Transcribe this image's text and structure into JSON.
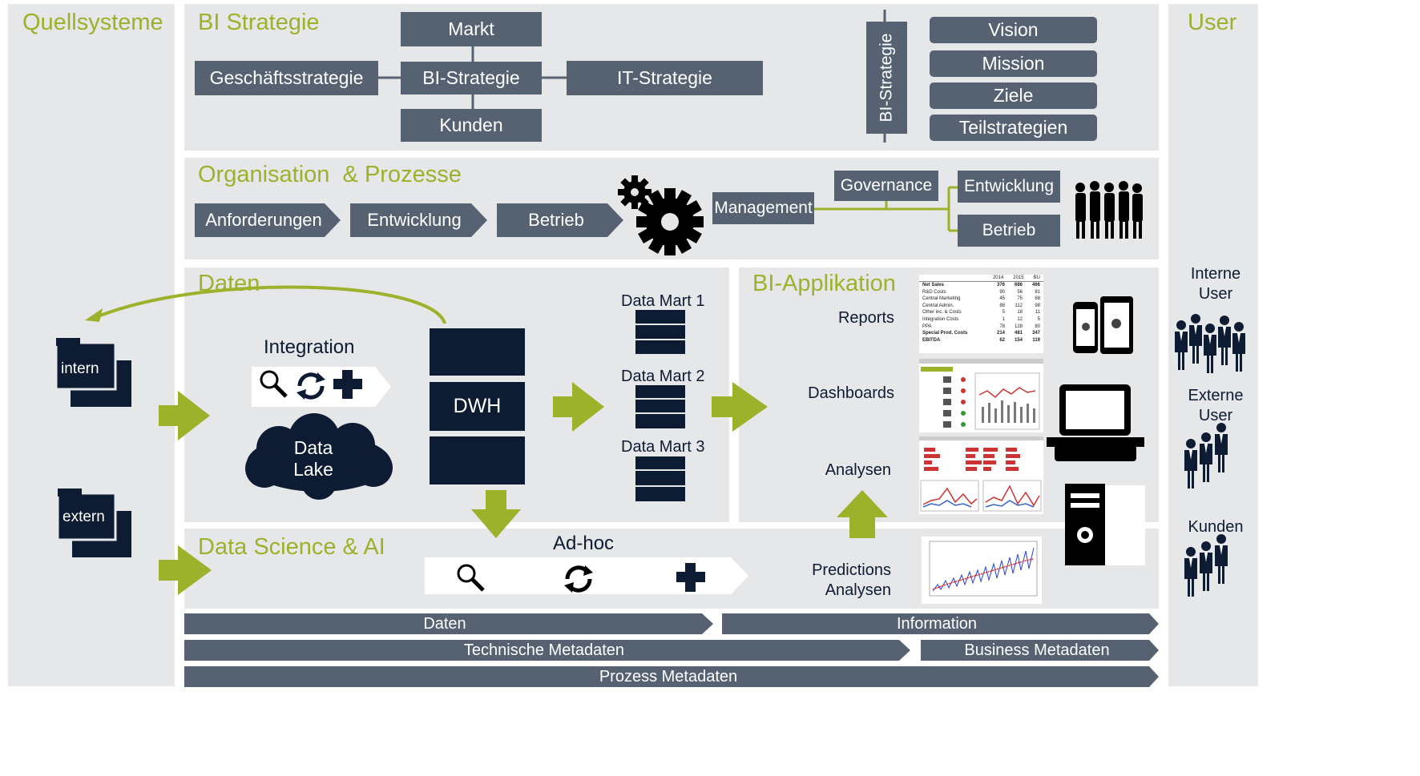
{
  "columns": {
    "left_title": "Quellsysteme",
    "right_title": "User"
  },
  "strategy": {
    "title": "BI Strategie",
    "center": "BI-Strategie",
    "top": "Markt",
    "bottom": "Kunden",
    "left": "Geschäftsstrategie",
    "right": "IT-Strategie",
    "vertical_label": "BI-Strategie",
    "list": [
      "Vision",
      "Mission",
      "Ziele",
      "Teilstrategien"
    ]
  },
  "organisation": {
    "title": "Organisation  & Prozesse",
    "steps": [
      "Anforderungen",
      "Entwicklung",
      "Betrieb"
    ],
    "management": "Management",
    "governance": "Governance",
    "branches": [
      "Entwicklung",
      "Betrieb"
    ]
  },
  "daten": {
    "title": "Daten",
    "integration": "Integration",
    "lake": [
      "Data",
      "Lake"
    ],
    "dwh": "DWH",
    "marts": [
      "Data Mart 1",
      "Data Mart 2",
      "Data Mart 3"
    ],
    "sources": [
      "intern",
      "extern"
    ]
  },
  "bi_app": {
    "title": "BI-Applikation",
    "items": [
      "Reports",
      "Dashboards",
      "Analysen"
    ],
    "predictions": [
      "Predictions",
      "Analysen"
    ]
  },
  "data_science": {
    "title": "Data Science & AI",
    "adhoc": "Ad-hoc"
  },
  "users": {
    "groups": [
      {
        "lines": [
          "Interne",
          "User"
        ]
      },
      {
        "lines": [
          "Externe",
          "User"
        ]
      },
      {
        "lines": [
          "Kunden"
        ]
      }
    ]
  },
  "bands": {
    "row1": [
      "Daten",
      "Information"
    ],
    "row2": [
      "Technische Metadaten",
      "Business Metadaten"
    ],
    "row3": [
      "Prozess Metadaten"
    ]
  },
  "report_table": {
    "years": [
      "2014",
      "2015",
      "BU"
    ],
    "rows": [
      [
        "Net Sales",
        "376",
        "686",
        "466"
      ],
      [
        "R&D Costs",
        "90",
        "56",
        "81"
      ],
      [
        "Central Marketing",
        "45",
        "75",
        "68"
      ],
      [
        "Central Admin.",
        "88",
        "112",
        "98"
      ],
      [
        "Other inc. & Costs",
        "5",
        "18",
        "11"
      ],
      [
        "Integration Costs",
        "1",
        "12",
        "5"
      ],
      [
        "PPA",
        "78",
        "128",
        "80"
      ],
      [
        "Special Prod. Costs",
        "214",
        "481",
        "347"
      ],
      [
        "EBITDA",
        "62",
        "154",
        "119"
      ]
    ]
  },
  "colors": {
    "accent_green": "#9bb22a",
    "box_gray": "#566272",
    "navy": "#0d1b33",
    "panel": "#e6e7e9"
  }
}
